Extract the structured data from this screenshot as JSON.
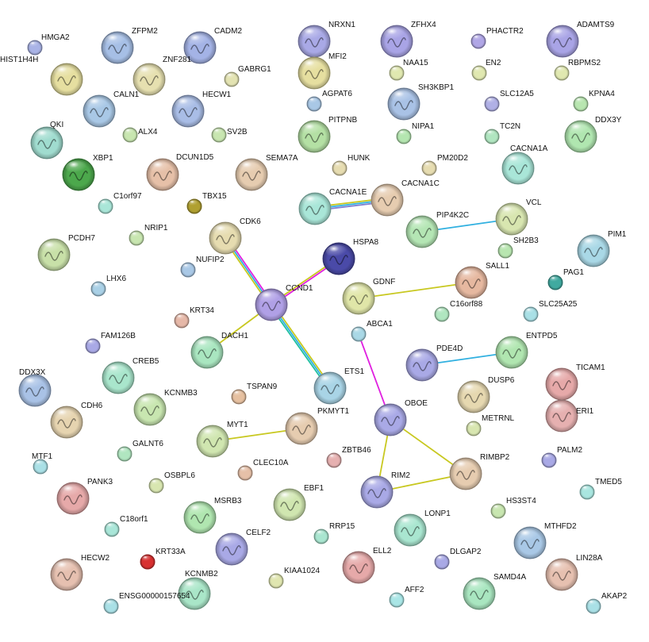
{
  "nodes": [
    {
      "id": "HMGA2",
      "color": "#a9b3e6"
    },
    {
      "id": "ZFPM2",
      "color": "#a6bfe6"
    },
    {
      "id": "CADM2",
      "color": "#a4b3e6"
    },
    {
      "id": "NRXN1",
      "color": "#a9a9e6"
    },
    {
      "id": "ZFHX4",
      "color": "#a9a4e6"
    },
    {
      "id": "PHACTR2",
      "color": "#b0a6e6"
    },
    {
      "id": "ADAMTS9",
      "color": "#a9a4e6"
    },
    {
      "id": "HIST1H4H",
      "color": "#e6dfa0"
    },
    {
      "id": "ZNF281",
      "color": "#e6e0b0"
    },
    {
      "id": "GABRG1",
      "color": "#e3e3b2"
    },
    {
      "id": "MFI2",
      "color": "#e6dfa0"
    },
    {
      "id": "NAA15",
      "color": "#e0e8b0"
    },
    {
      "id": "EN2",
      "color": "#e0e8b0"
    },
    {
      "id": "RBPMS2",
      "color": "#e0e8b0"
    },
    {
      "id": "CALN1",
      "color": "#a9c8e6"
    },
    {
      "id": "HECW1",
      "color": "#a9bde6"
    },
    {
      "id": "AGPAT6",
      "color": "#a9c8e6"
    },
    {
      "id": "SH3KBP1",
      "color": "#a9c2e6"
    },
    {
      "id": "SLC12A5",
      "color": "#b0b0e6"
    },
    {
      "id": "KPNA4",
      "color": "#b8e6b0"
    },
    {
      "id": "QKI",
      "color": "#a0dccf"
    },
    {
      "id": "ALX4",
      "color": "#c8e6b0"
    },
    {
      "id": "SV2B",
      "color": "#c8e6b0"
    },
    {
      "id": "PITPNB",
      "color": "#b4e0a4"
    },
    {
      "id": "NIPA1",
      "color": "#b4e6b0"
    },
    {
      "id": "TC2N",
      "color": "#b0e6c0"
    },
    {
      "id": "DDX3Y",
      "color": "#b0e6b0"
    },
    {
      "id": "XBP1",
      "color": "#4ca84c"
    },
    {
      "id": "DCUN1D5",
      "color": "#e6c0a8"
    },
    {
      "id": "SEMA7A",
      "color": "#e6ccb0"
    },
    {
      "id": "HUNK",
      "color": "#e6dcb0"
    },
    {
      "id": "PM20D2",
      "color": "#e6dcb0"
    },
    {
      "id": "CACNA1A",
      "color": "#a9e6d8"
    },
    {
      "id": "C1orf97",
      "color": "#a9e6d8"
    },
    {
      "id": "TBX15",
      "color": "#b0a030"
    },
    {
      "id": "CACNA1E",
      "color": "#a9e6d8"
    },
    {
      "id": "CACNA1C",
      "color": "#e6ccb0"
    },
    {
      "id": "NRIP1",
      "color": "#c8e6b0"
    },
    {
      "id": "CDK6",
      "color": "#e6dcb0"
    },
    {
      "id": "PIP4K2C",
      "color": "#b4e6b4"
    },
    {
      "id": "VCL",
      "color": "#d8e6b0"
    },
    {
      "id": "PCDH7",
      "color": "#c8e0a8"
    },
    {
      "id": "SH2B3",
      "color": "#b8e6b0"
    },
    {
      "id": "PIM1",
      "color": "#a9d8e6"
    },
    {
      "id": "NUFIP2",
      "color": "#a9c8e6"
    },
    {
      "id": "HSPA8",
      "color": "#4a4aa8"
    },
    {
      "id": "SALL1",
      "color": "#e6b8a0"
    },
    {
      "id": "PAG1",
      "color": "#40aaa0"
    },
    {
      "id": "LHX6",
      "color": "#a9d0e6"
    },
    {
      "id": "CCND1",
      "color": "#b0a0e6"
    },
    {
      "id": "GDNF",
      "color": "#e0e6a8"
    },
    {
      "id": "C16orf88",
      "color": "#b0e6c0"
    },
    {
      "id": "SLC25A25",
      "color": "#a9e0e6"
    },
    {
      "id": "KRT34",
      "color": "#e6b8a8"
    },
    {
      "id": "ABCA1",
      "color": "#a9d8e6"
    },
    {
      "id": "FAM126B",
      "color": "#a9a9e6"
    },
    {
      "id": "DACH1",
      "color": "#a9e6c0"
    },
    {
      "id": "PDE4D",
      "color": "#a9a9e6"
    },
    {
      "id": "ENTPD5",
      "color": "#b0e6b0"
    },
    {
      "id": "CREB5",
      "color": "#a9e6cc"
    },
    {
      "id": "TICAM1",
      "color": "#e6a9a9"
    },
    {
      "id": "DDX3X",
      "color": "#a9c2e6"
    },
    {
      "id": "ETS1",
      "color": "#a9d4e6"
    },
    {
      "id": "DUSP6",
      "color": "#e6d8b0"
    },
    {
      "id": "ERI1",
      "color": "#e6b0b0"
    },
    {
      "id": "KCNMB3",
      "color": "#c8e6b0"
    },
    {
      "id": "TSPAN9",
      "color": "#e6c0a0"
    },
    {
      "id": "CDH6",
      "color": "#e6d4b0"
    },
    {
      "id": "PKMYT1",
      "color": "#e6ccb0"
    },
    {
      "id": "OBOE",
      "color": "#a9a9e6"
    },
    {
      "id": "METRNL",
      "color": "#d8e6b0"
    },
    {
      "id": "MYT1",
      "color": "#d0e6b0"
    },
    {
      "id": "GALNT6",
      "color": "#b0e6c0"
    },
    {
      "id": "ZBTB46",
      "color": "#e6b0b0"
    },
    {
      "id": "MTF1",
      "color": "#a9e0e6"
    },
    {
      "id": "CLEC10A",
      "color": "#e6c0a8"
    },
    {
      "id": "RIMBP2",
      "color": "#e6ccb0"
    },
    {
      "id": "PALM2",
      "color": "#a9a9e6"
    },
    {
      "id": "PANK3",
      "color": "#e6a9a9"
    },
    {
      "id": "OSBPL6",
      "color": "#d8e6b0"
    },
    {
      "id": "EBF1",
      "color": "#d0e6b0"
    },
    {
      "id": "RIM2",
      "color": "#a9a9e6"
    },
    {
      "id": "TMED5",
      "color": "#a9e6e0"
    },
    {
      "id": "MSRB3",
      "color": "#b0e6b0"
    },
    {
      "id": "HS3ST4",
      "color": "#c8e6b0"
    },
    {
      "id": "C18orf1",
      "color": "#a9e6d8"
    },
    {
      "id": "LONP1",
      "color": "#a9e6d0"
    },
    {
      "id": "RRP15",
      "color": "#a9e6d0"
    },
    {
      "id": "MTHFD2",
      "color": "#a9c8e6"
    },
    {
      "id": "KRT33A",
      "color": "#d83030"
    },
    {
      "id": "CELF2",
      "color": "#a9a9e6"
    },
    {
      "id": "HECW2",
      "color": "#e6c0b0"
    },
    {
      "id": "ELL2",
      "color": "#e6a9a9"
    },
    {
      "id": "DLGAP2",
      "color": "#a9a9e6"
    },
    {
      "id": "LIN28A",
      "color": "#e6c0b0"
    },
    {
      "id": "KIAA1024",
      "color": "#e0e6b0"
    },
    {
      "id": "KCNMB2",
      "color": "#a9e6c8"
    },
    {
      "id": "SAMD4A",
      "color": "#a9e6c0"
    },
    {
      "id": "ENSG00000157654",
      "color": "#a9e0e6"
    },
    {
      "id": "AFF2",
      "color": "#a9e6e6"
    },
    {
      "id": "AKAP2",
      "color": "#a9e0e6"
    }
  ],
  "edges": [
    {
      "source": "CCND1",
      "target": "CDK6",
      "colors": [
        "#c8c820",
        "#30b0e0",
        "#e020e0"
      ]
    },
    {
      "source": "CCND1",
      "target": "HSPA8",
      "colors": [
        "#c8c820",
        "#e020e0"
      ]
    },
    {
      "source": "CCND1",
      "target": "DACH1",
      "colors": [
        "#c8c820"
      ]
    },
    {
      "source": "CCND1",
      "target": "ETS1",
      "colors": [
        "#c8c820",
        "#30b0e0",
        "#20c0a0"
      ]
    },
    {
      "source": "CACNA1E",
      "target": "CACNA1C",
      "colors": [
        "#c8c820",
        "#30b0e0",
        "#8080d0"
      ]
    },
    {
      "source": "PIP4K2C",
      "target": "VCL",
      "colors": [
        "#30b0e0"
      ]
    },
    {
      "source": "GDNF",
      "target": "SALL1",
      "colors": [
        "#c8c820"
      ]
    },
    {
      "source": "PDE4D",
      "target": "ENTPD5",
      "colors": [
        "#30b0e0"
      ]
    },
    {
      "source": "ABCA1",
      "target": "OBOE",
      "colors": [
        "#e020e0"
      ]
    },
    {
      "source": "MYT1",
      "target": "PKMYT1",
      "colors": [
        "#c8c820"
      ]
    },
    {
      "source": "OBOE",
      "target": "RIMBP2",
      "colors": [
        "#c8c820"
      ]
    },
    {
      "source": "OBOE",
      "target": "RIM2",
      "colors": [
        "#c8c820"
      ]
    },
    {
      "source": "RIM2",
      "target": "RIMBP2",
      "colors": [
        "#c8c820"
      ]
    }
  ]
}
